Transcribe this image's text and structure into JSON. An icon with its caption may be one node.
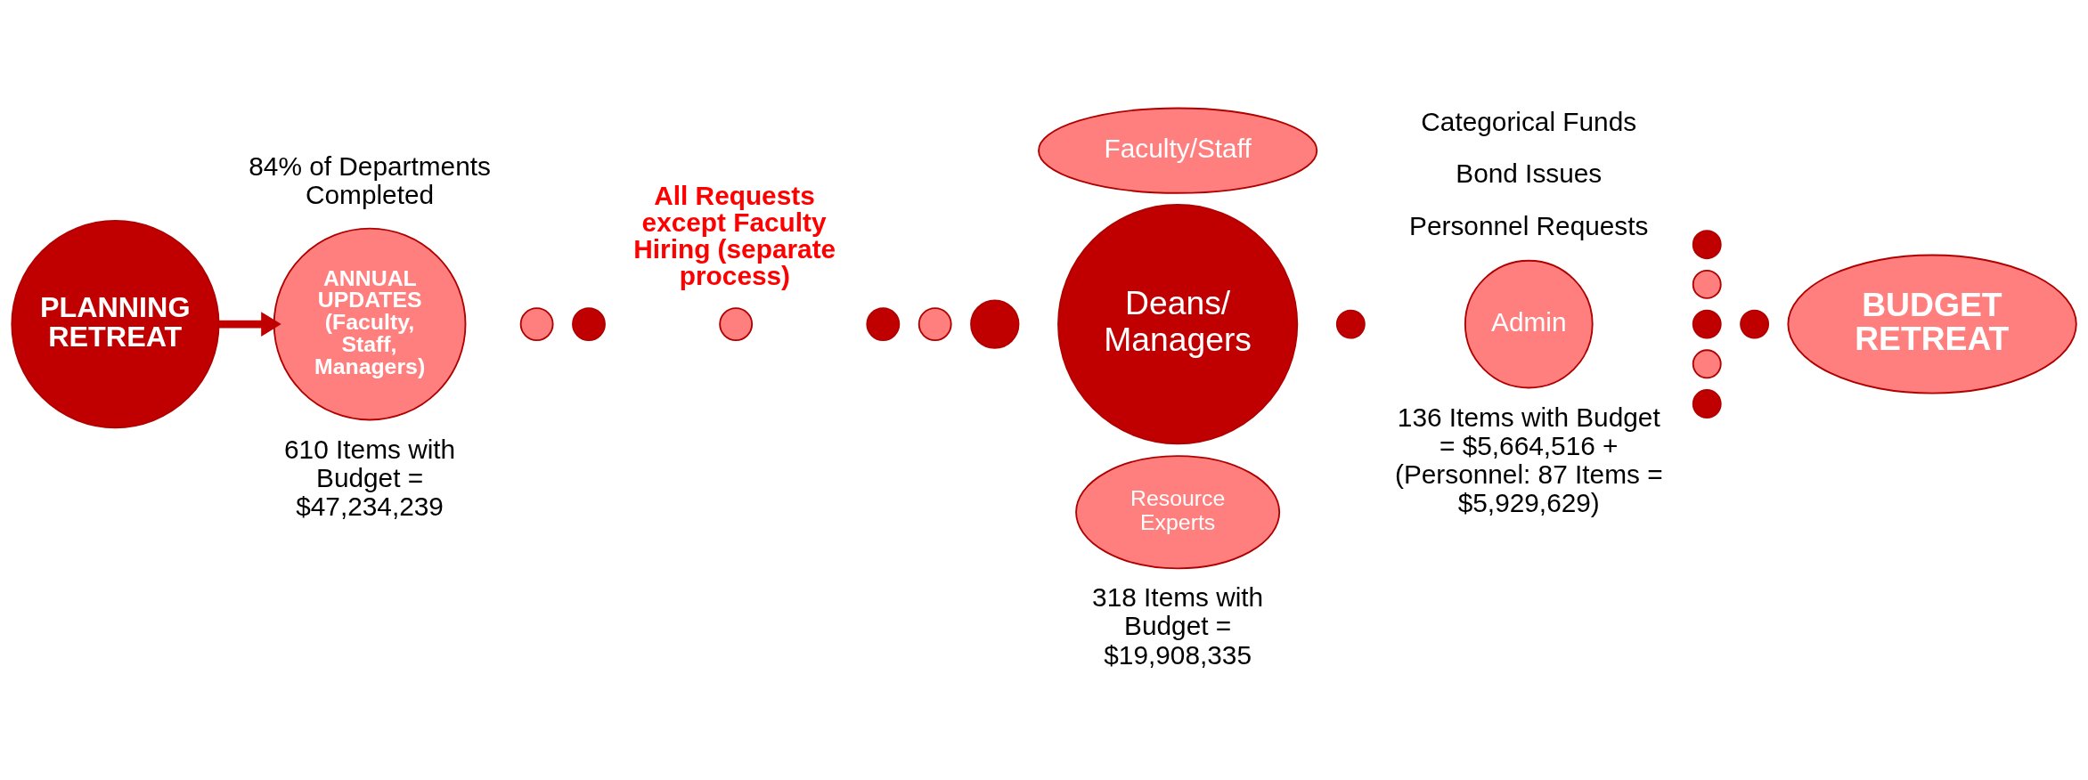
{
  "diagram": {
    "nodes": [
      {
        "text": [
          "PLANNING RETREAT"
        ]
      },
      {
        "text": [
          "ANNUAL UPDATES (Faculty, Staff, Managers)"
        ]
      },
      {
        "text": [],
        "shape": "circle"
      },
      {
        "text": [],
        "shape": "circle"
      },
      {
        "text": [],
        "shape": "circle"
      },
      {
        "text": [],
        "shape": "circle"
      },
      {
        "text": [],
        "shape": "circle"
      },
      {
        "text": [],
        "shape": "circle"
      },
      {
        "text": [
          "Faculty/Staff"
        ]
      },
      {
        "text": [
          "Deans/ Managers"
        ]
      },
      {
        "text": [
          "Resource Experts"
        ]
      },
      {
        "text": [],
        "shape": "circle"
      },
      {
        "text": [
          "Admin"
        ]
      },
      {
        "text": [],
        "shape": "circle"
      },
      {
        "text": [],
        "shape": "circle"
      },
      {
        "text": [],
        "shape": "circle"
      },
      {
        "text": [],
        "shape": "circle"
      },
      {
        "text": [],
        "shape": "circle"
      },
      {
        "text": [],
        "shape": "circle"
      },
      {
        "text": [
          "BUDGET RETREAT"
        ]
      }
    ],
    "edges": [
      {
        "from": 0,
        "to": 1,
        "arrow": "to"
      }
    ],
    "labels": [
      "84% of Departments Completed",
      "All Requests except Faculty Hiring (separate process)",
      "Categorical Funds",
      "Bond Issues",
      "Personnel Requests",
      "610 Items with Budget = $47,234,239",
      "136 Items with Budget = $5,664,516 + (Personnel: 87 Items = $5,929,629)",
      "318 Items with Budget = $19,908,335"
    ]
  }
}
